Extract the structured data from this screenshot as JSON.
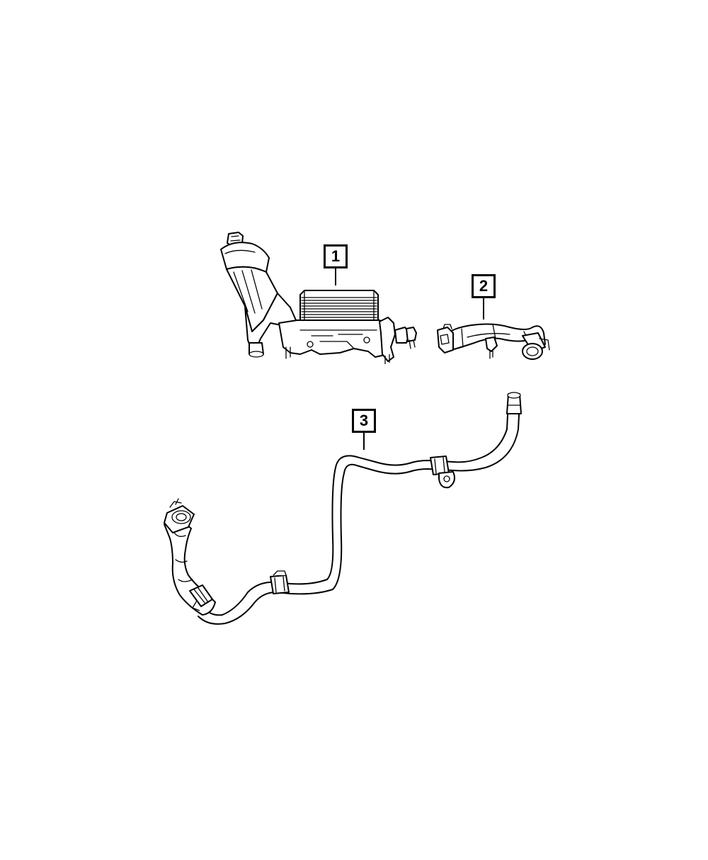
{
  "callouts": [
    {
      "id": "part-1",
      "label": "1"
    },
    {
      "id": "part-2",
      "label": "2"
    },
    {
      "id": "part-3",
      "label": "3"
    }
  ],
  "colors": {
    "line": "#000000",
    "background": "#ffffff"
  }
}
